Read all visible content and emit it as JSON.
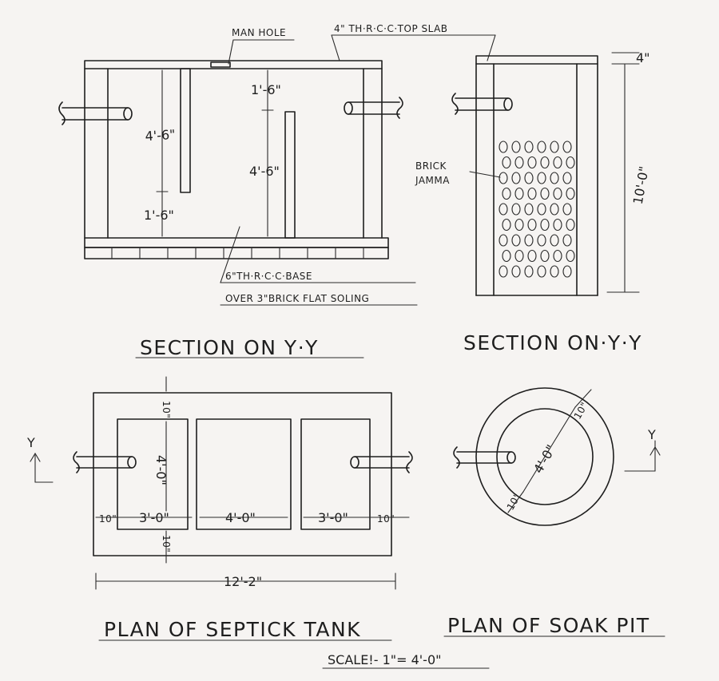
{
  "labels": {
    "man_hole": "MAN HOLE",
    "top_slab": "4\" TH·R·C·C·TOP SLAB",
    "base_line1": "6\"TH·R·C·C·BASE",
    "base_line2": "OVER 3\"BRICK FLAT SOLING",
    "brick_jamma_1": "BRICK",
    "brick_jamma_2": "JAMMA",
    "section_left": "SECTION ON Y·Y",
    "section_right": "SECTION ON·Y·Y",
    "plan_tank": "PLAN OF SEPTICK TANK",
    "plan_soak": "PLAN OF SOAK PIT",
    "scale": "SCALE!- 1\"= 4'-0\"",
    "y_mark": "Y"
  },
  "dimensions": {
    "baffle_height_left": "4'-6\"",
    "baffle_gap_left": "1'-6\"",
    "baffle_gap_right": "1'-6\"",
    "baffle_height_right": "4'-6\"",
    "soak_slab": "4\"",
    "soak_depth": "10'-0\"",
    "plan_wall_top": "10\"",
    "plan_width": "4'-0\"",
    "plan_wall_bottom": "10\"",
    "plan_wall_left": "10\"",
    "plan_chamber_1": "3'-0\"",
    "plan_chamber_2": "4'-0\"",
    "plan_chamber_3": "3'-0\"",
    "plan_wall_right": "10\"",
    "plan_overall": "12'-2\"",
    "pit_diameter": "4'-0\"",
    "pit_wall_1": "10\"",
    "pit_wall_2": "10\""
  }
}
